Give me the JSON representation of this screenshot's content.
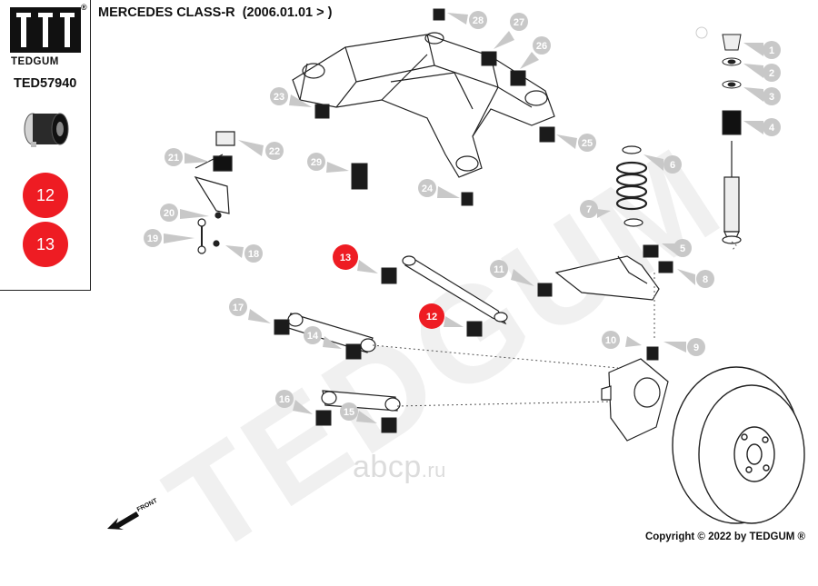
{
  "header": {
    "brand": "TEDGUM",
    "registered_mark": "®",
    "title": "MERCEDES CLASS-R",
    "date_range": "(2006.01.01 > )"
  },
  "sidebar": {
    "part_number": "TED57940",
    "highlighted_positions": [
      "12",
      "13"
    ]
  },
  "watermarks": {
    "diagonal": "TEDGUM",
    "site": "abcp",
    "site_tld": ".ru"
  },
  "front_label": "FRONT",
  "copyright": "Copyright © 2022 by TEDGUM ®",
  "callouts": {
    "c1": "1",
    "c2": "2",
    "c3": "3",
    "c4": "4",
    "c5": "5",
    "c6": "6",
    "c7": "7",
    "c8": "8",
    "c9": "9",
    "c10": "10",
    "c11": "11",
    "c12": "12",
    "c13": "13",
    "c14": "14",
    "c15": "15",
    "c16": "16",
    "c17": "17",
    "c18": "18",
    "c19": "19",
    "c20": "20",
    "c21": "21",
    "c22": "22",
    "c23": "23",
    "c24": "24",
    "c25": "25",
    "c26": "26",
    "c27": "27",
    "c28": "28",
    "c29": "29"
  },
  "colors": {
    "highlight": "#ee1c23",
    "callout_grey": "#c8c8c8",
    "line": "#222222"
  }
}
